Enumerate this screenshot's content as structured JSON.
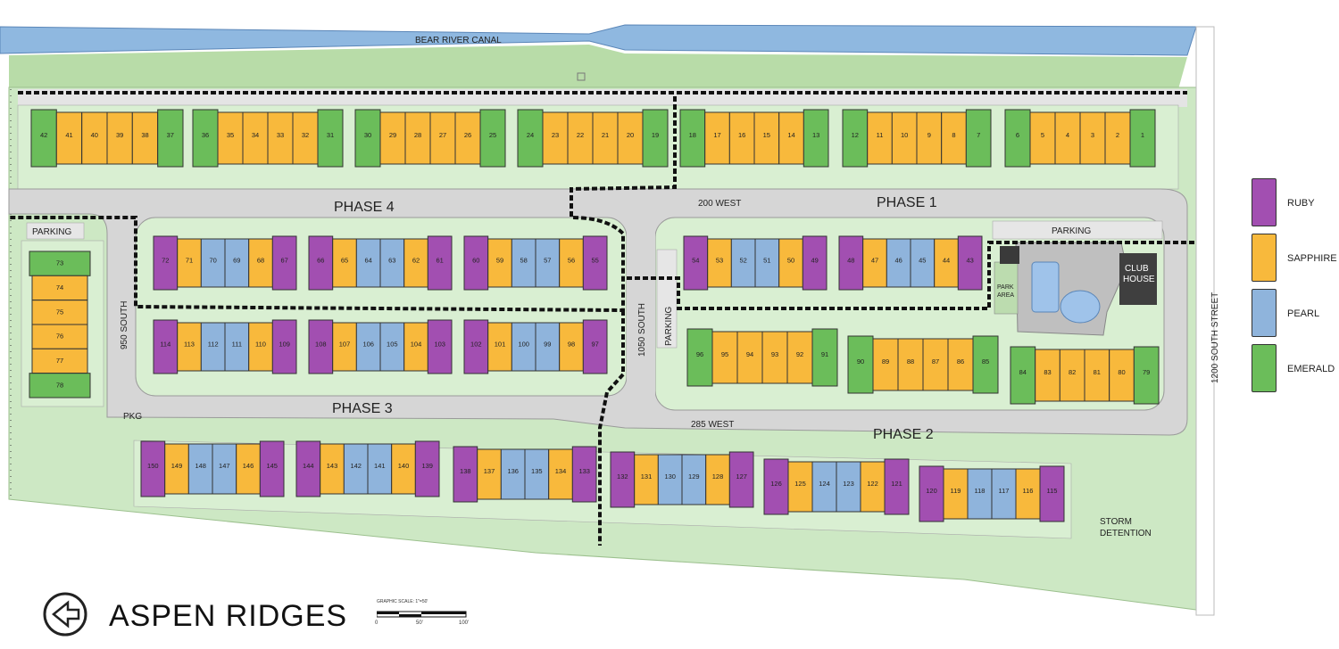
{
  "map": {
    "canal_label": "BEAR RIVER CANAL",
    "roads": {
      "street_200w": "200 WEST",
      "street_285w": "285 WEST",
      "street_950s": "950 SOUTH",
      "street_1050s": "1050 SOUTH",
      "street_1200s": "1200 SOUTH STREET",
      "pkg": "PKG"
    },
    "phases": {
      "phase1": "PHASE 1",
      "phase2": "PHASE 2",
      "phase3": "PHASE 3",
      "phase4": "PHASE 4"
    },
    "areas": {
      "parking_west": "PARKING",
      "parking_east": "PARKING",
      "parking_vertical": "PARKING",
      "park_area_1": "PARK",
      "park_area_2": "AREA",
      "club_house_1": "CLUB",
      "club_house_2": "HOUSE",
      "storm_1": "STORM",
      "storm_2": "DETENTION"
    },
    "colors": {
      "ruby": "#a24fb1",
      "sapphire": "#f8b93c",
      "pearl": "#8fb4dc",
      "emerald": "#6bbd5a",
      "canal": "#8fb8e0",
      "grass": "#cde8c4",
      "road": "#d6d6d6",
      "trail": "#111111"
    },
    "buildings": [
      {
        "units": [
          [
            42,
            "emerald"
          ],
          [
            41,
            "sapphire"
          ],
          [
            40,
            "sapphire"
          ],
          [
            39,
            "sapphire"
          ],
          [
            38,
            "sapphire"
          ],
          [
            37,
            "emerald"
          ]
        ]
      },
      {
        "units": [
          [
            36,
            "emerald"
          ],
          [
            35,
            "sapphire"
          ],
          [
            34,
            "sapphire"
          ],
          [
            33,
            "sapphire"
          ],
          [
            32,
            "sapphire"
          ],
          [
            31,
            "emerald"
          ]
        ]
      },
      {
        "units": [
          [
            30,
            "emerald"
          ],
          [
            29,
            "sapphire"
          ],
          [
            28,
            "sapphire"
          ],
          [
            27,
            "sapphire"
          ],
          [
            26,
            "sapphire"
          ],
          [
            25,
            "emerald"
          ]
        ]
      },
      {
        "units": [
          [
            24,
            "emerald"
          ],
          [
            23,
            "sapphire"
          ],
          [
            22,
            "sapphire"
          ],
          [
            21,
            "sapphire"
          ],
          [
            20,
            "sapphire"
          ],
          [
            19,
            "emerald"
          ]
        ]
      },
      {
        "units": [
          [
            18,
            "emerald"
          ],
          [
            17,
            "sapphire"
          ],
          [
            16,
            "sapphire"
          ],
          [
            15,
            "sapphire"
          ],
          [
            14,
            "sapphire"
          ],
          [
            13,
            "emerald"
          ]
        ]
      },
      {
        "units": [
          [
            12,
            "emerald"
          ],
          [
            11,
            "sapphire"
          ],
          [
            10,
            "sapphire"
          ],
          [
            9,
            "sapphire"
          ],
          [
            8,
            "sapphire"
          ],
          [
            7,
            "emerald"
          ]
        ]
      },
      {
        "units": [
          [
            6,
            "emerald"
          ],
          [
            5,
            "sapphire"
          ],
          [
            4,
            "sapphire"
          ],
          [
            3,
            "sapphire"
          ],
          [
            2,
            "sapphire"
          ],
          [
            1,
            "emerald"
          ]
        ]
      },
      {
        "units": [
          [
            72,
            "ruby"
          ],
          [
            71,
            "sapphire"
          ],
          [
            70,
            "pearl"
          ],
          [
            69,
            "pearl"
          ],
          [
            68,
            "sapphire"
          ],
          [
            67,
            "ruby"
          ]
        ]
      },
      {
        "units": [
          [
            66,
            "ruby"
          ],
          [
            65,
            "sapphire"
          ],
          [
            64,
            "pearl"
          ],
          [
            63,
            "pearl"
          ],
          [
            62,
            "sapphire"
          ],
          [
            61,
            "ruby"
          ]
        ]
      },
      {
        "units": [
          [
            60,
            "ruby"
          ],
          [
            59,
            "sapphire"
          ],
          [
            58,
            "pearl"
          ],
          [
            57,
            "pearl"
          ],
          [
            56,
            "sapphire"
          ],
          [
            55,
            "ruby"
          ]
        ]
      },
      {
        "units": [
          [
            54,
            "ruby"
          ],
          [
            53,
            "sapphire"
          ],
          [
            52,
            "pearl"
          ],
          [
            51,
            "pearl"
          ],
          [
            50,
            "sapphire"
          ],
          [
            49,
            "ruby"
          ]
        ]
      },
      {
        "units": [
          [
            48,
            "ruby"
          ],
          [
            47,
            "sapphire"
          ],
          [
            46,
            "pearl"
          ],
          [
            45,
            "pearl"
          ],
          [
            44,
            "sapphire"
          ],
          [
            43,
            "ruby"
          ]
        ]
      },
      {
        "units": [
          [
            114,
            "ruby"
          ],
          [
            113,
            "sapphire"
          ],
          [
            112,
            "pearl"
          ],
          [
            111,
            "pearl"
          ],
          [
            110,
            "sapphire"
          ],
          [
            109,
            "ruby"
          ]
        ]
      },
      {
        "units": [
          [
            108,
            "ruby"
          ],
          [
            107,
            "sapphire"
          ],
          [
            106,
            "pearl"
          ],
          [
            105,
            "pearl"
          ],
          [
            104,
            "sapphire"
          ],
          [
            103,
            "ruby"
          ]
        ]
      },
      {
        "units": [
          [
            102,
            "ruby"
          ],
          [
            101,
            "sapphire"
          ],
          [
            100,
            "pearl"
          ],
          [
            99,
            "pearl"
          ],
          [
            98,
            "sapphire"
          ],
          [
            97,
            "ruby"
          ]
        ]
      },
      {
        "units": [
          [
            96,
            "emerald"
          ],
          [
            95,
            "sapphire"
          ],
          [
            94,
            "sapphire"
          ],
          [
            93,
            "sapphire"
          ],
          [
            92,
            "sapphire"
          ],
          [
            91,
            "emerald"
          ]
        ]
      },
      {
        "units": [
          [
            90,
            "emerald"
          ],
          [
            89,
            "sapphire"
          ],
          [
            88,
            "sapphire"
          ],
          [
            87,
            "sapphire"
          ],
          [
            86,
            "sapphire"
          ],
          [
            85,
            "emerald"
          ]
        ]
      },
      {
        "units": [
          [
            84,
            "emerald"
          ],
          [
            83,
            "sapphire"
          ],
          [
            82,
            "sapphire"
          ],
          [
            81,
            "sapphire"
          ],
          [
            80,
            "sapphire"
          ],
          [
            79,
            "emerald"
          ]
        ]
      },
      {
        "units": [
          [
            73,
            "emerald"
          ],
          [
            74,
            "sapphire"
          ],
          [
            75,
            "sapphire"
          ],
          [
            76,
            "sapphire"
          ],
          [
            77,
            "sapphire"
          ],
          [
            78,
            "emerald"
          ]
        ]
      },
      {
        "units": [
          [
            150,
            "ruby"
          ],
          [
            149,
            "sapphire"
          ],
          [
            148,
            "pearl"
          ],
          [
            147,
            "pearl"
          ],
          [
            146,
            "sapphire"
          ],
          [
            145,
            "ruby"
          ]
        ]
      },
      {
        "units": [
          [
            144,
            "ruby"
          ],
          [
            143,
            "sapphire"
          ],
          [
            142,
            "pearl"
          ],
          [
            141,
            "pearl"
          ],
          [
            140,
            "sapphire"
          ],
          [
            139,
            "ruby"
          ]
        ]
      },
      {
        "units": [
          [
            138,
            "ruby"
          ],
          [
            137,
            "sapphire"
          ],
          [
            136,
            "pearl"
          ],
          [
            135,
            "pearl"
          ],
          [
            134,
            "sapphire"
          ],
          [
            133,
            "ruby"
          ]
        ]
      },
      {
        "units": [
          [
            132,
            "ruby"
          ],
          [
            131,
            "sapphire"
          ],
          [
            130,
            "pearl"
          ],
          [
            129,
            "pearl"
          ],
          [
            128,
            "sapphire"
          ],
          [
            127,
            "ruby"
          ]
        ]
      },
      {
        "units": [
          [
            126,
            "ruby"
          ],
          [
            125,
            "sapphire"
          ],
          [
            124,
            "pearl"
          ],
          [
            123,
            "pearl"
          ],
          [
            122,
            "sapphire"
          ],
          [
            121,
            "ruby"
          ]
        ]
      },
      {
        "units": [
          [
            120,
            "ruby"
          ],
          [
            119,
            "sapphire"
          ],
          [
            118,
            "pearl"
          ],
          [
            117,
            "pearl"
          ],
          [
            116,
            "sapphire"
          ],
          [
            115,
            "ruby"
          ]
        ]
      }
    ]
  },
  "legend": [
    {
      "label": "RUBY",
      "type": "ruby"
    },
    {
      "label": "SAPPHIRE",
      "type": "sapphire"
    },
    {
      "label": "PEARL",
      "type": "pearl"
    },
    {
      "label": "EMERALD",
      "type": "emerald"
    }
  ],
  "title": {
    "name": "ASPEN RIDGES",
    "compass_icon": "north-arrow-icon",
    "scale_caption": "GRAPHIC SCALE: 1\"=50'",
    "scale_ticks": [
      "0",
      "50'",
      "100'"
    ]
  }
}
